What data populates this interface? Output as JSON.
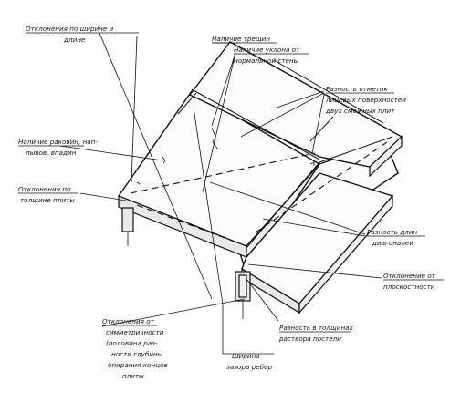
{
  "labels": {
    "width_deviation": [
      "Отклонения по ширине и",
      "длине"
    ],
    "seam_thickness": [
      "Наличие трещин"
    ],
    "wall_marks_deviation": [
      "Наличие уклона от",
      "нормальной стены"
    ],
    "adjacent_surface_diff": [
      "Разность отметок",
      "лицевых поверхностей",
      "двух смежных плит"
    ],
    "crack_presence": [
      "Наличие раковин, нап-",
      "лывов, впадин"
    ],
    "slab_thickness_deviation": [
      "Отклонения по",
      "толщине плиты"
    ],
    "diagonal_length_diff": [
      "Разность длин",
      "диагоналей"
    ],
    "flatness_deviation": [
      "Отклонение от",
      "плоскостности"
    ],
    "symmetry_deviation": [
      "Отклонения от",
      "симметричности",
      "(половина раз-",
      "ности глубины",
      "опирания концов",
      "плиты"
    ],
    "mortar_thickness": [
      "Разность в толщинах",
      "раствора постели"
    ],
    "rib_gap": [
      "Ширина",
      "зазора ребер"
    ]
  },
  "icons": [
    "slab-panel-icon",
    "support-column-icon"
  ],
  "colors": {
    "ink": "#111111",
    "background": "#ffffff",
    "slab_side": "#e9e9e9"
  }
}
